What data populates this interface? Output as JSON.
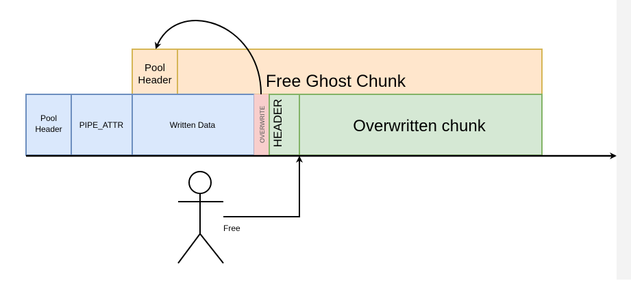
{
  "colors": {
    "orange_fill": "#ffe6cc",
    "orange_stroke": "#d6b656",
    "blue_fill": "#dae8fc",
    "blue_stroke": "#6c8ebf",
    "green_fill": "#d5e8d4",
    "green_stroke": "#82b366",
    "red_fill": "#f8cecc",
    "red_stroke": "#b85450",
    "line": "#000000"
  },
  "ghost": {
    "pool_header_line1": "Pool",
    "pool_header_line2": "Header",
    "chunk_label": "Free Ghost Chunk"
  },
  "buffer": {
    "pool_header_line1": "Pool",
    "pool_header_line2": "Header",
    "pipe_attr": "PIPE_ATTR",
    "written_data": "Written Data",
    "overwrite": "OVERWRITE",
    "header": "HEADER",
    "overwritten_chunk": "Overwritten chunk"
  },
  "actor": {
    "action_label": "Free"
  }
}
